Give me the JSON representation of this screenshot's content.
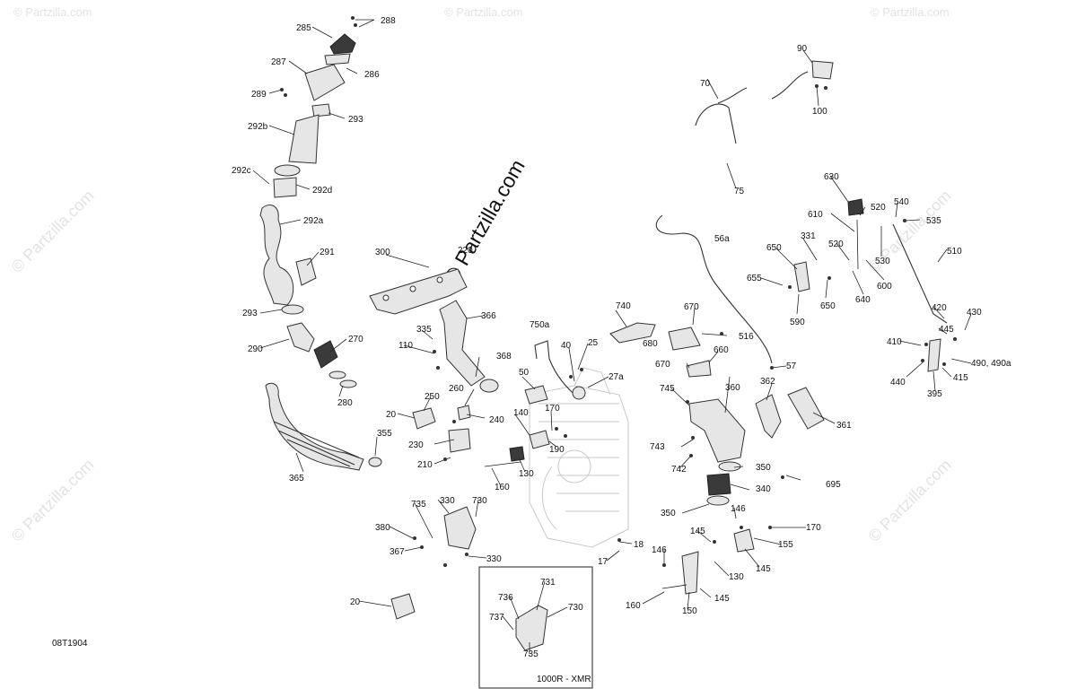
{
  "diagram_code": "08T1904",
  "variant_box_label": "1000R - XMR",
  "watermark_main": "© Partzilla.com",
  "watermark_small": "© Partzilla.com",
  "labels": {
    "l288": "288",
    "l285": "285",
    "l286": "286",
    "l287": "287",
    "l289": "289",
    "l293a": "293",
    "l292b": "292b",
    "l292c": "292c",
    "l292d": "292d",
    "l292a": "292a",
    "l291": "291",
    "l293b": "293",
    "l290": "290",
    "l270": "270",
    "l280": "280",
    "l355": "355",
    "l365": "365",
    "l300": "300",
    "l335": "335",
    "l110": "110",
    "l366": "366",
    "l368": "368",
    "l250": "250",
    "l260": "260",
    "l240": "240",
    "l20a": "20",
    "l230": "230",
    "l220": "220",
    "l210": "210",
    "l750a": "750a",
    "l40": "40",
    "l25": "25",
    "l27a": "27a",
    "l50": "50",
    "l170a": "170",
    "l140": "140",
    "l190": "190",
    "l130a": "130",
    "l160a": "160",
    "l740": "740",
    "l670a": "670",
    "l680": "680",
    "l516": "516",
    "l670b": "670",
    "l660": "660",
    "l57": "57",
    "l56a": "56a",
    "l70": "70",
    "l75": "75",
    "l90": "90",
    "l100": "100",
    "l630": "630",
    "l610": "610",
    "l520a": "520",
    "l540": "540",
    "l535": "535",
    "l331": "331",
    "l520b": "520",
    "l650a": "650",
    "l655": "655",
    "l650b": "650",
    "l590": "590",
    "l640": "640",
    "l600": "600",
    "l530": "530",
    "l510": "510",
    "l420": "420",
    "l430": "430",
    "l445": "445",
    "l410": "410",
    "l490": "490, 490a",
    "l440": "440",
    "l395": "395",
    "l415": "415",
    "l745": "745",
    "l360": "360",
    "l362": "362",
    "l361": "361",
    "l743": "743",
    "l742": "742",
    "l350a": "350",
    "l340": "340",
    "l695": "695",
    "l350b": "350",
    "l146a": "146",
    "l170b": "170",
    "l145a": "145",
    "l155": "155",
    "l145b": "145",
    "l146b": "146",
    "l130b": "130",
    "l145c": "145",
    "l160b": "160",
    "l150": "150",
    "l18": "18",
    "l17": "17",
    "l330a": "330",
    "l730a": "730",
    "l735a": "735",
    "l380": "380",
    "l367": "367",
    "l330b": "330",
    "l20b": "20",
    "l736": "736",
    "l731": "731",
    "l730b": "730",
    "l737": "737",
    "l735b": "735"
  }
}
